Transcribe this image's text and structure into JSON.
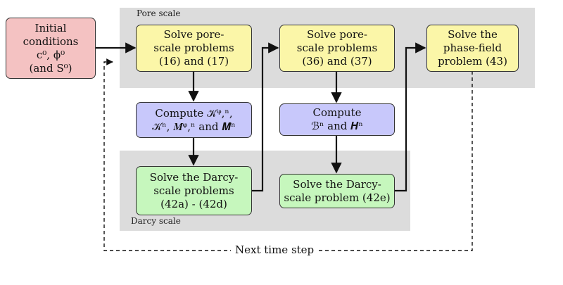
{
  "regions": {
    "pore_scale_label": "Pore scale",
    "darcy_scale_label": "Darcy scale"
  },
  "nodes": {
    "initial": "Initial\nconditions\nc⁰, ϕ⁰\n(and S⁰)",
    "pore_solve_1": "Solve pore-\nscale problems\n(16) and (17)",
    "compute_1": "Compute 𝒦ᵠ,ⁿ,\n𝒦ⁿ, 𝑴ᵠ,ⁿ and 𝑴ⁿ",
    "darcy_solve_1": "Solve the Darcy-\nscale problems\n(42a) - (42d)",
    "pore_solve_2": "Solve pore-\nscale problems\n(36) and (37)",
    "compute_2": "Compute\nℬⁿ and 𝑯ⁿ",
    "darcy_solve_2": "Solve the Darcy-\nscale problem (42e)",
    "phase_field": "Solve the\nphase-field\nproblem (43)"
  },
  "edges": {
    "loop_label": "Next time step"
  },
  "colors": {
    "initial": "#f4c2c2",
    "pore": "#fbf6a8",
    "compute": "#c8c8fb",
    "darcy": "#c6f7bd",
    "region": "#dcdcdc"
  }
}
